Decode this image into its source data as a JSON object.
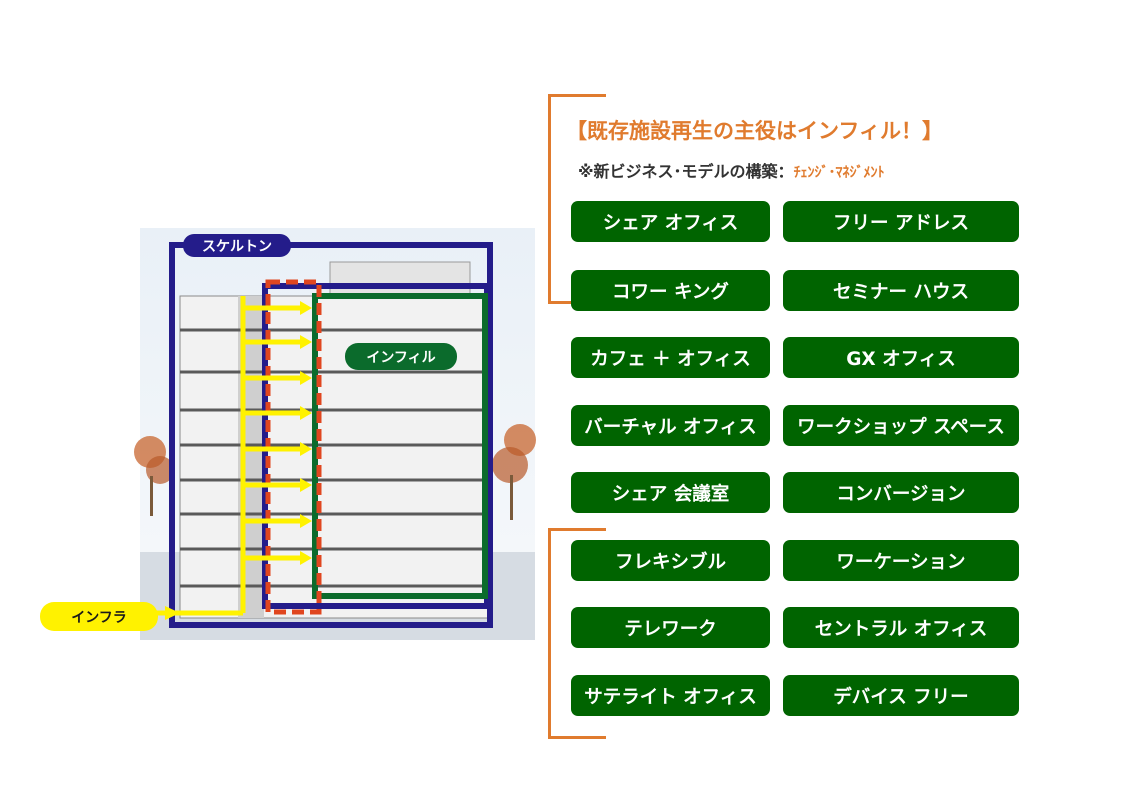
{
  "colors": {
    "accent": "#E07B2E",
    "pill_green": "#006400",
    "skeleton_navy": "#241C8A",
    "infill_green": "#0B6B2C",
    "infra_yellow": "#FFF200",
    "dashed_orange": "#E0461F"
  },
  "diagram": {
    "skeleton_label": "スケルトン",
    "infill_label": "インフィル",
    "infra_label": "インフラ"
  },
  "title": "【既存施設再生の主役はインフィル！】",
  "subtitle": {
    "prefix": "※新ビジネス･モデルの構築：",
    "accent": "ﾁｪﾝｼﾞ･ﾏﾈｼﾞﾒﾝﾄ"
  },
  "items": [
    "シェア オフィス",
    "フリー アドレス",
    "コワー キング",
    "セミナー ハウス",
    "カフェ ＋ オフィス",
    "GX オフィス",
    "バーチャル オフィス",
    "ワークショップ スペース",
    "シェア 会議室",
    "コンバージョン",
    "フレキシブル",
    "ワーケーション",
    "テレワーク",
    "セントラル オフィス",
    "サテライト オフィス",
    "デバイス フリー"
  ]
}
